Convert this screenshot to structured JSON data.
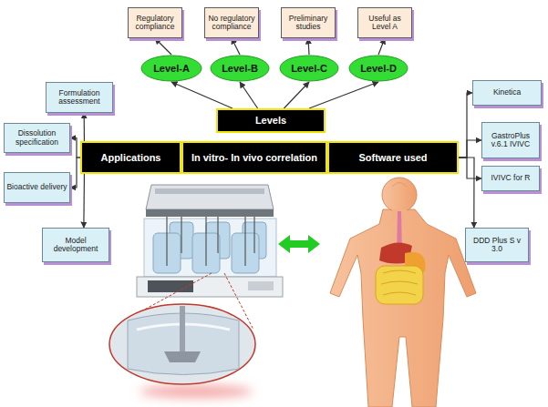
{
  "diagram": {
    "nodes": [
      {
        "text": [
          "Regulatory compliance"
        ]
      },
      {
        "text": [
          "No regulatory compliance"
        ]
      },
      {
        "text": [
          "Preliminary studies"
        ]
      },
      {
        "text": [
          "Useful as Level A"
        ]
      },
      {
        "text": [
          "Level-A"
        ]
      },
      {
        "text": [
          "Level-B"
        ]
      },
      {
        "text": [
          "Level-C"
        ]
      },
      {
        "text": [
          "Level-D"
        ]
      },
      {
        "text": [
          "Levels"
        ]
      },
      {
        "text": [
          "Applications"
        ]
      },
      {
        "text": [
          "In vitro- In vivo correlation"
        ]
      },
      {
        "text": [
          "Software used"
        ]
      },
      {
        "text": [
          "Formulation assessment"
        ]
      },
      {
        "text": [
          "Dissolution specification"
        ]
      },
      {
        "text": [
          "Bioactive delivery"
        ]
      },
      {
        "text": [
          "Model development"
        ]
      },
      {
        "text": [
          "Kinetica"
        ]
      },
      {
        "text": [
          "GastroPlus v.6.1 IVIVC"
        ]
      },
      {
        "text": [
          "IVIVC for R"
        ]
      },
      {
        "text": [
          "DDD Plus S v 3.0"
        ]
      }
    ],
    "edges": [
      {
        "from": 4,
        "to": 0,
        "arrow": "to"
      },
      {
        "from": 5,
        "to": 1,
        "arrow": "to"
      },
      {
        "from": 6,
        "to": 2,
        "arrow": "to"
      },
      {
        "from": 7,
        "to": 3,
        "arrow": "to"
      },
      {
        "from": 8,
        "to": 4,
        "arrow": "to"
      },
      {
        "from": 8,
        "to": 5,
        "arrow": "to"
      },
      {
        "from": 8,
        "to": 6,
        "arrow": "to"
      },
      {
        "from": 8,
        "to": 7,
        "arrow": "to"
      },
      {
        "from": 9,
        "to": 12,
        "arrow": "to"
      },
      {
        "from": 9,
        "to": 13,
        "arrow": "to"
      },
      {
        "from": 9,
        "to": 14,
        "arrow": "to"
      },
      {
        "from": 9,
        "to": 15,
        "arrow": "to"
      },
      {
        "from": 11,
        "to": 16,
        "arrow": "to"
      },
      {
        "from": 11,
        "to": 17,
        "arrow": "to"
      },
      {
        "from": 11,
        "to": 18,
        "arrow": "to"
      },
      {
        "from": 11,
        "to": 19,
        "arrow": "to"
      }
    ]
  }
}
